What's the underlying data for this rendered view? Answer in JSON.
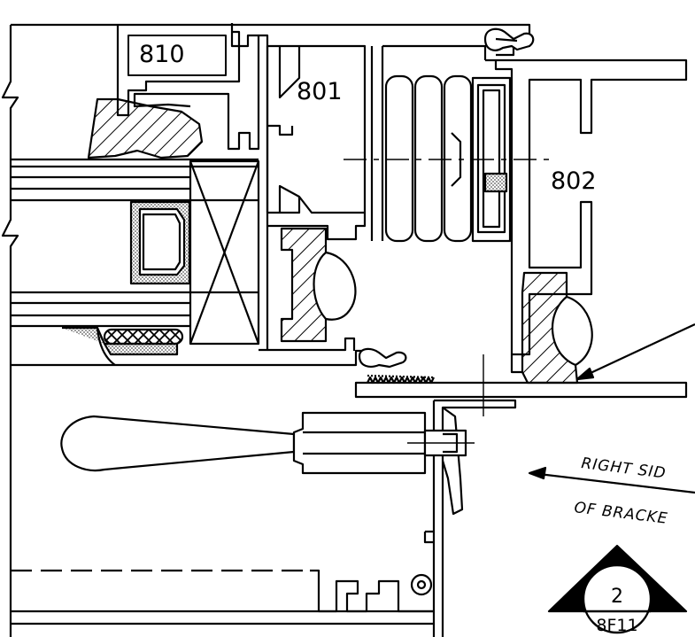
{
  "labels": {
    "part_810": "810",
    "part_801": "801",
    "part_802": "802"
  },
  "note": {
    "line1": "RIGHT SID",
    "line2": "OF BRACKE"
  },
  "section_marker": {
    "number": "2",
    "sheet": "8F11"
  },
  "colors": {
    "line": "#000000",
    "background": "#ffffff",
    "stipple": "#9a9a9a"
  }
}
